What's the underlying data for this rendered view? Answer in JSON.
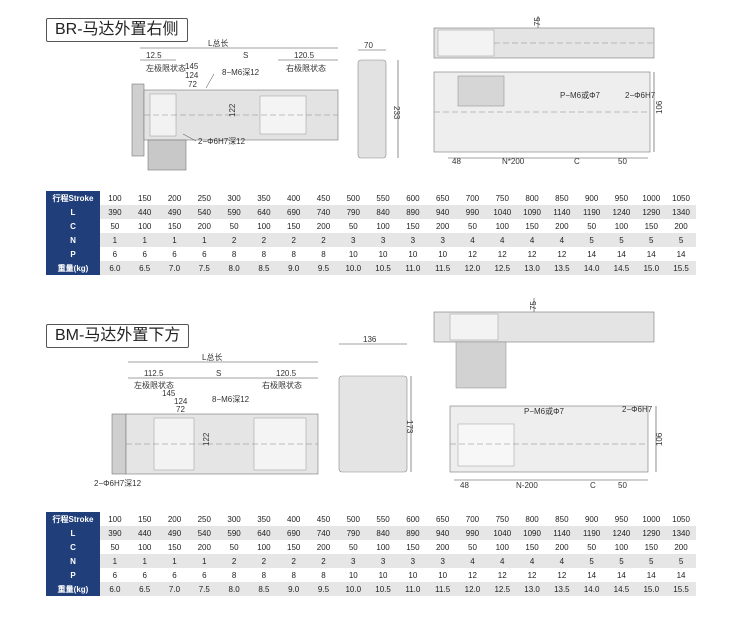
{
  "section_br": {
    "title": "BR-马达外置右侧",
    "labels": {
      "l_total": "L总长",
      "left_limit": "左极限状态",
      "right_limit": "右极限状态",
      "m6": "8−M6深12",
      "phi_h7_12": "2−Φ6H7深12",
      "p_m6": "P−M6或Φ7",
      "phi_h7": "2−Φ6H7",
      "n200": "N*200",
      "c": "C"
    },
    "dims": {
      "d125": "12.5",
      "d1205": "120.5",
      "s": "S",
      "d145": "145",
      "d124": "124",
      "d72": "72",
      "d122": "122",
      "d70": "70",
      "d233": "233",
      "d75": "75",
      "d106": "106",
      "d48": "48",
      "d50": "50"
    },
    "table": {
      "rows": [
        {
          "label": "行程Stroke",
          "values": [
            "100",
            "150",
            "200",
            "250",
            "300",
            "350",
            "400",
            "450",
            "500",
            "550",
            "600",
            "650",
            "700",
            "750",
            "800",
            "850",
            "900",
            "950",
            "1000",
            "1050"
          ]
        },
        {
          "label": "L",
          "values": [
            "390",
            "440",
            "490",
            "540",
            "590",
            "640",
            "690",
            "740",
            "790",
            "840",
            "890",
            "940",
            "990",
            "1040",
            "1090",
            "1140",
            "1190",
            "1240",
            "1290",
            "1340"
          ]
        },
        {
          "label": "C",
          "values": [
            "50",
            "100",
            "150",
            "200",
            "50",
            "100",
            "150",
            "200",
            "50",
            "100",
            "150",
            "200",
            "50",
            "100",
            "150",
            "200",
            "50",
            "100",
            "150",
            "200"
          ]
        },
        {
          "label": "N",
          "values": [
            "1",
            "1",
            "1",
            "1",
            "2",
            "2",
            "2",
            "2",
            "3",
            "3",
            "3",
            "3",
            "4",
            "4",
            "4",
            "4",
            "5",
            "5",
            "5",
            "5"
          ]
        },
        {
          "label": "P",
          "values": [
            "6",
            "6",
            "6",
            "6",
            "8",
            "8",
            "8",
            "8",
            "10",
            "10",
            "10",
            "10",
            "12",
            "12",
            "12",
            "12",
            "14",
            "14",
            "14",
            "14"
          ]
        },
        {
          "label": "重量(kg)",
          "values": [
            "6.0",
            "6.5",
            "7.0",
            "7.5",
            "8.0",
            "8.5",
            "9.0",
            "9.5",
            "10.0",
            "10.5",
            "11.0",
            "11.5",
            "12.0",
            "12.5",
            "13.0",
            "13.5",
            "14.0",
            "14.5",
            "15.0",
            "15.5"
          ]
        }
      ]
    }
  },
  "section_bm": {
    "title": "BM-马达外置下方",
    "labels": {
      "l_total": "L总长",
      "left_limit": "左极限状态",
      "right_limit": "右极限状态",
      "m6": "8−M6深12",
      "phi_h7_12": "2−Φ6H7深12",
      "p_m6": "P−M6或Φ7",
      "phi_h7": "2−Φ6H7",
      "n200": "N-200",
      "c": "C"
    },
    "dims": {
      "d125": "112.5",
      "d1205": "120.5",
      "s": "S",
      "d145": "145",
      "d124": "124",
      "d72": "72",
      "d122": "122",
      "d136": "136",
      "d173": "173",
      "d75": "75",
      "d106": "106",
      "d48": "48",
      "d50": "50"
    },
    "table": {
      "rows": [
        {
          "label": "行程Stroke",
          "values": [
            "100",
            "150",
            "200",
            "250",
            "300",
            "350",
            "400",
            "450",
            "500",
            "550",
            "600",
            "650",
            "700",
            "750",
            "800",
            "850",
            "900",
            "950",
            "1000",
            "1050"
          ]
        },
        {
          "label": "L",
          "values": [
            "390",
            "440",
            "490",
            "540",
            "590",
            "640",
            "690",
            "740",
            "790",
            "840",
            "890",
            "940",
            "990",
            "1040",
            "1090",
            "1140",
            "1190",
            "1240",
            "1290",
            "1340"
          ]
        },
        {
          "label": "C",
          "values": [
            "50",
            "100",
            "150",
            "200",
            "50",
            "100",
            "150",
            "200",
            "50",
            "100",
            "150",
            "200",
            "50",
            "100",
            "150",
            "200",
            "50",
            "100",
            "150",
            "200"
          ]
        },
        {
          "label": "N",
          "values": [
            "1",
            "1",
            "1",
            "1",
            "2",
            "2",
            "2",
            "2",
            "3",
            "3",
            "3",
            "3",
            "4",
            "4",
            "4",
            "4",
            "5",
            "5",
            "5",
            "5"
          ]
        },
        {
          "label": "P",
          "values": [
            "6",
            "6",
            "6",
            "6",
            "8",
            "8",
            "8",
            "8",
            "10",
            "10",
            "10",
            "10",
            "12",
            "12",
            "12",
            "12",
            "14",
            "14",
            "14",
            "14"
          ]
        },
        {
          "label": "重量(kg)",
          "values": [
            "6.0",
            "6.5",
            "7.0",
            "7.5",
            "8.0",
            "8.5",
            "9.0",
            "9.5",
            "10.0",
            "10.5",
            "11.0",
            "11.5",
            "12.0",
            "12.5",
            "13.0",
            "13.5",
            "14.0",
            "14.5",
            "15.0",
            "15.5"
          ]
        }
      ]
    }
  },
  "colors": {
    "header_bg": "#1f3e7a",
    "row_alt": "#e6e6e6",
    "body_gray": "#d8d8d8",
    "line": "#444444"
  }
}
